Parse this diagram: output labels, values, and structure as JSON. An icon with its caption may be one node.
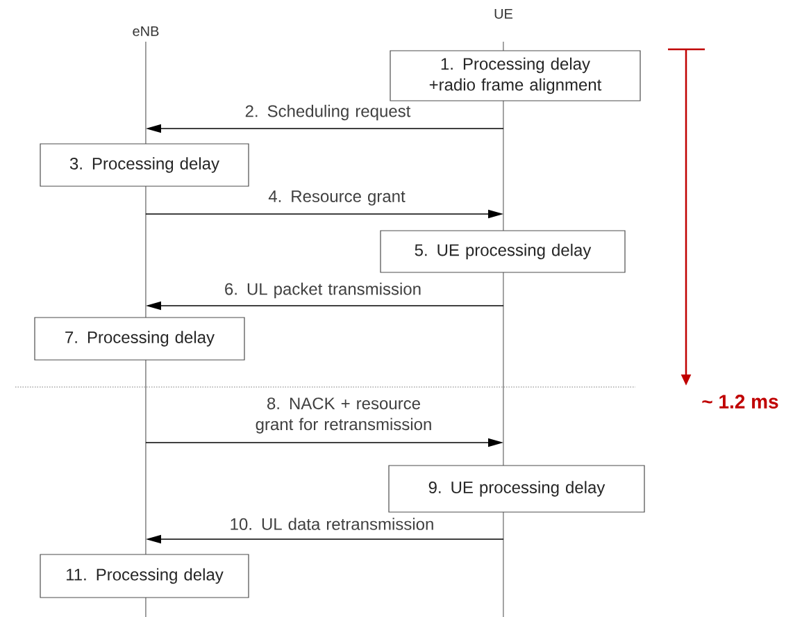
{
  "diagram": {
    "nodes": [
      {
        "text": [
          "eNB"
        ]
      },
      {
        "text": [
          "UE"
        ]
      },
      {
        "text": [
          "1. Processing delay +radio frame alignment"
        ]
      },
      {
        "text": [
          "3. Processing delay"
        ]
      },
      {
        "text": [
          "5. UE processing delay"
        ]
      },
      {
        "text": [
          "7. Processing delay"
        ]
      },
      {
        "text": [
          "9. UE processing delay"
        ]
      },
      {
        "text": [
          "11. Processing delay"
        ]
      }
    ],
    "edges": [
      {
        "from": 1,
        "to": 0,
        "arrow": "to",
        "label": "2. Scheduling request"
      },
      {
        "from": 0,
        "to": 1,
        "arrow": "to",
        "label": "4. Resource grant"
      },
      {
        "from": 1,
        "to": 0,
        "arrow": "to",
        "label": "6. UL packet transmission"
      },
      {
        "from": 0,
        "to": 1,
        "arrow": "to",
        "label": "8. NACK + resource grant for retransmission"
      },
      {
        "from": 1,
        "to": 0,
        "arrow": "to",
        "label": "10. UL data retransmission"
      }
    ],
    "labels": [
      "~ 1.2 ms"
    ]
  }
}
